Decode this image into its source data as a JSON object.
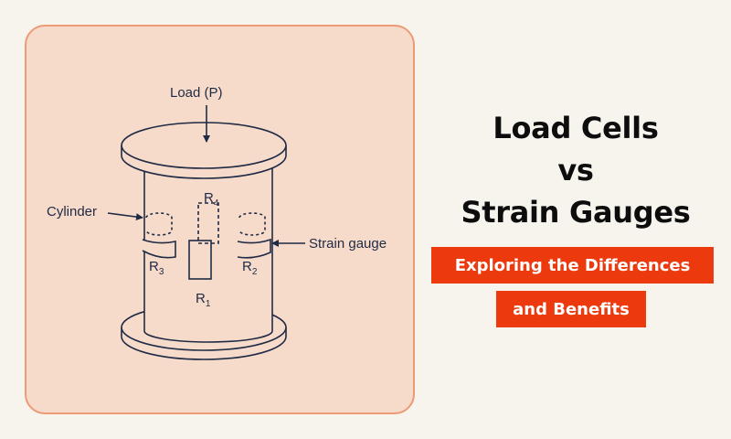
{
  "diagram": {
    "labels": {
      "load": "Load (P)",
      "cylinder": "Cylinder",
      "strain_gauge": "Strain gauge",
      "gauges": [
        {
          "letter": "R",
          "sub": "1"
        },
        {
          "letter": "R",
          "sub": "2"
        },
        {
          "letter": "R",
          "sub": "3"
        },
        {
          "letter": "R",
          "sub": "4"
        }
      ]
    },
    "colors": {
      "panel_fill": "#f6dbcb",
      "panel_border": "#ec9a78",
      "line": "#1f2a44"
    }
  },
  "heading": {
    "line1": "Load Cells",
    "line2": "vs",
    "line3": "Strain Gauges"
  },
  "subtitle": {
    "line1": "Exploring the Differences",
    "line2": "and Benefits",
    "color": "#ec3a0e"
  }
}
